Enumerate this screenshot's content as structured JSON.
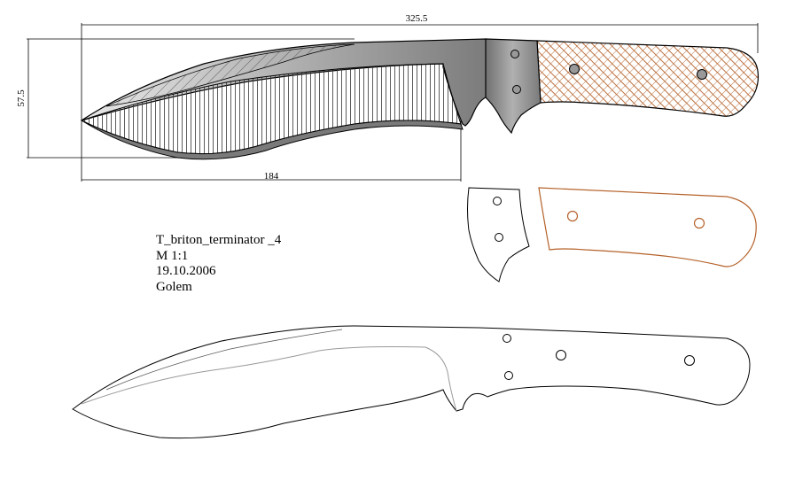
{
  "dimensions": {
    "overall_length": "325.5",
    "blade_length": "184",
    "height": "57.5"
  },
  "caption": {
    "model": "T_briton_terminator _4",
    "scale": "M 1:1",
    "date": "19.10.2006",
    "author": "Golem"
  },
  "colors": {
    "handle_scale": "#b5622a",
    "bolster": "#8a8a8a",
    "blade_grad_light": "#f2f2f2",
    "blade_grad_dark": "#8c8c8c",
    "edge_bevel": "#7a7a7a",
    "line": "#000000",
    "grind_line": "#9a9a9a"
  }
}
